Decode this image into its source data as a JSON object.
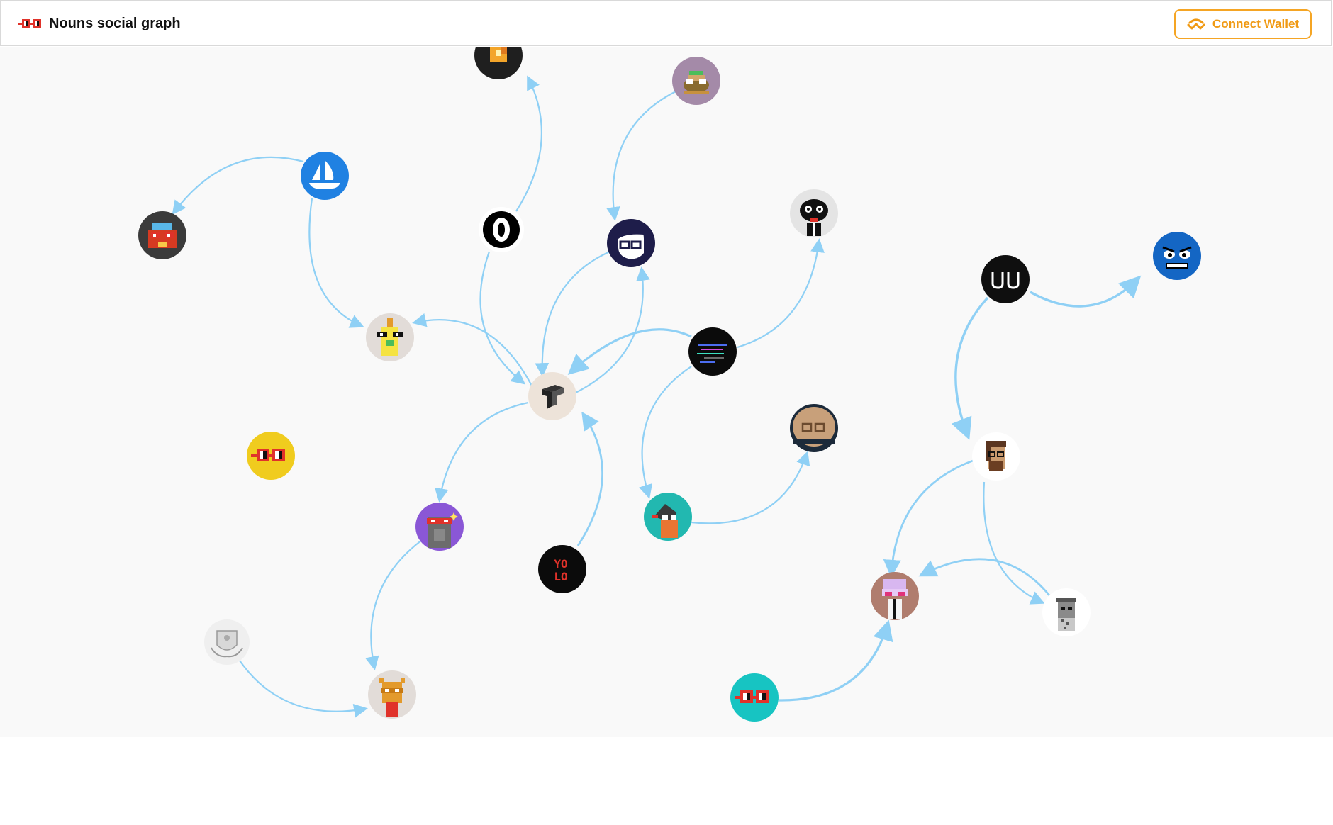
{
  "app": {
    "title": "Nouns social graph"
  },
  "header": {
    "connect_label": "Connect Wallet"
  },
  "colors": {
    "accent": "#f5a524",
    "edge": "#8fd0f5",
    "background": "#f9f9f9"
  },
  "graph": {
    "nodes": [
      {
        "id": "n-top-block",
        "icon": "pixel-block-icon",
        "bg": "#1f1f1f"
      },
      {
        "id": "n-frog",
        "icon": "frog-noun-icon",
        "bg": "#a48aa8"
      },
      {
        "id": "n-opensea",
        "icon": "sailboat-icon",
        "bg": "#2081e2"
      },
      {
        "id": "n-red-crab",
        "icon": "crab-noun-icon",
        "bg": "#3b3b3b"
      },
      {
        "id": "n-circle-o",
        "icon": "zero-ring-icon",
        "bg": "#ffffff"
      },
      {
        "id": "n-glasses-face",
        "icon": "glasses-face-icon",
        "bg": "#1e1d4a"
      },
      {
        "id": "n-cow",
        "icon": "cow-noun-icon",
        "bg": "#e4e4e4"
      },
      {
        "id": "n-vv",
        "icon": "vv-logo-icon",
        "bg": "#0f0f0f"
      },
      {
        "id": "n-blue-face",
        "icon": "angry-face-icon",
        "bg": "#1466c4"
      },
      {
        "id": "n-banana",
        "icon": "banana-noun-icon",
        "bg": "#e2dcd8"
      },
      {
        "id": "n-center",
        "icon": "t-block-icon",
        "bg": "#ede3d9"
      },
      {
        "id": "n-glitch",
        "icon": "glitch-icon",
        "bg": "#0b0b0b"
      },
      {
        "id": "n-yellow-glasses",
        "icon": "noggles-icon",
        "bg": "#f0cc1e"
      },
      {
        "id": "n-bronze",
        "icon": "bronze-noun-icon",
        "bg": "#c8a07a"
      },
      {
        "id": "n-bearded",
        "icon": "bearded-man-icon",
        "bg": "#ffffff"
      },
      {
        "id": "n-purple-robot",
        "icon": "robot-noun-icon",
        "bg": "#8a57d6"
      },
      {
        "id": "n-fish",
        "icon": "fish-noun-icon",
        "bg": "#22b8b0"
      },
      {
        "id": "n-yolo",
        "icon": "yolo-icon",
        "bg": "#0b0b0b"
      },
      {
        "id": "n-pink-hat",
        "icon": "pink-hat-noun-icon",
        "bg": "#b07d6e"
      },
      {
        "id": "n-trash",
        "icon": "trash-can-icon",
        "bg": "#ffffff"
      },
      {
        "id": "n-crest",
        "icon": "crest-icon",
        "bg": "#efefef"
      },
      {
        "id": "n-dragon",
        "icon": "dragon-noun-icon",
        "bg": "#e2dcd8"
      },
      {
        "id": "n-teal-glasses",
        "icon": "noggles-icon",
        "bg": "#17c4c2"
      }
    ]
  }
}
